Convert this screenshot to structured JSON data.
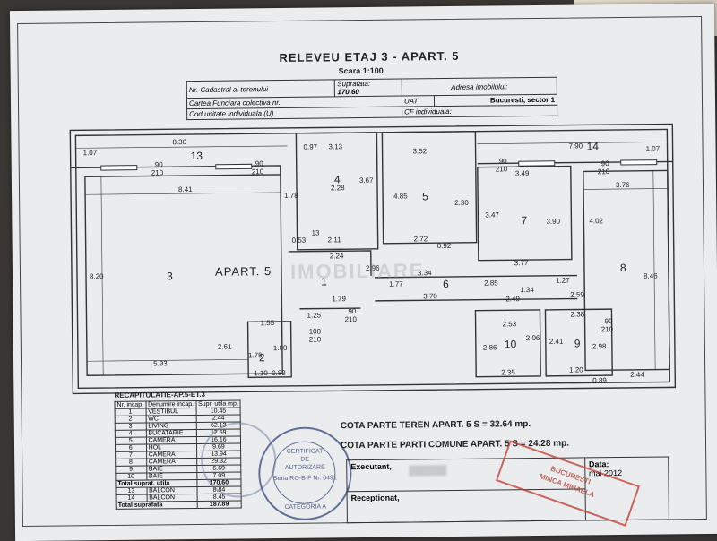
{
  "document": {
    "title": "RELEVEU ETAJ 3 - APART. 5",
    "scale": "Scara 1:100",
    "header_table": {
      "nr_cadastral_label": "Nr. Cadastral al terenului",
      "suprafata_label": "Suprafata:",
      "suprafata_value": "170.60",
      "adresa_label": "Adresa imobilului:",
      "cartea_label": "Cartea Funciara colectiva nr.",
      "uat_label": "UAT",
      "uat_value": "Bucuresti, sector 1",
      "cod_label": "Cod unitate individuala (U)",
      "cf_label": "CF individuala:"
    },
    "apartment_label": "APART. 5",
    "watermark": "IMOBILIARE"
  },
  "plan": {
    "rooms": [
      "1",
      "2",
      "3",
      "4",
      "5",
      "6",
      "7",
      "8",
      "9",
      "10",
      "13",
      "14"
    ],
    "dimensions": {
      "d830": "8.30",
      "d107a": "1.07",
      "d097": "0.97",
      "d313": "3.13",
      "d352": "3.52",
      "d790": "7.90",
      "d107b": "1.07",
      "d841": "8.41",
      "d376": "3.76",
      "d349": "3.49",
      "d820": "8.20",
      "d846": "8.46",
      "d593": "5.93",
      "d244": "2.44",
      "d228": "2.28",
      "d367": "3.67",
      "d485": "4.85",
      "d230": "2.30",
      "d347": "3.47",
      "d390": "3.90",
      "d402": "4.02",
      "d178": "1.78",
      "d211": "2.11",
      "d224": "2.24",
      "d272": "2.72",
      "d092": "0.92",
      "d377": "3.77",
      "d296": "2.96",
      "d177": "1.77",
      "d334": "3.34",
      "d285": "2.85",
      "d134": "1.34",
      "d127": "1.27",
      "d370": "3.70",
      "d249": "2.49",
      "d259": "2.59",
      "d238": "2.38",
      "d253": "2.53",
      "d286": "2.86",
      "d206": "2.06",
      "d241": "2.41",
      "d298": "2.98",
      "d235": "2.35",
      "d120": "1.20",
      "d089": "0.89",
      "d155": "1.55",
      "d125": "1.25",
      "d179": "1.79",
      "d261": "2.61",
      "d175": "1.75",
      "d100": "1.00",
      "d110": "1.10",
      "d083": "0.83",
      "d053": "0.53",
      "d13": "13"
    },
    "window_90": "90",
    "window_210": "210",
    "door_100": "100"
  },
  "recap": {
    "title": "RECAPITULATIE-AP.5-ET.3",
    "headers": [
      "Nr. incap.",
      "Denumire incap.",
      "Supr. utila mp."
    ],
    "rows": [
      [
        "1",
        "VESTIBUL",
        "10.45"
      ],
      [
        "2",
        "WC",
        "2.44"
      ],
      [
        "3",
        "LIVING",
        "62.13"
      ],
      [
        "4",
        "BUCATARIE",
        "12.69"
      ],
      [
        "5",
        "CAMERA",
        "16.16"
      ],
      [
        "6",
        "HOL",
        "9.69"
      ],
      [
        "7",
        "CAMERA",
        "13.94"
      ],
      [
        "8",
        "CAMERA",
        "29.32"
      ],
      [
        "9",
        "BAIE",
        "6.69"
      ],
      [
        "10",
        "BAIE",
        "7.09"
      ]
    ],
    "total_utila_label": "Total suprat. utila",
    "total_utila_value": "170.60",
    "balcony_rows": [
      [
        "13",
        "BALCON",
        "8.84"
      ],
      [
        "14",
        "BALCON",
        "8.45"
      ]
    ],
    "total_label": "Total suprafata",
    "total_value": "187.89"
  },
  "cota": {
    "teren": "COTA PARTE TEREN APART. 5  S = 32.64 mp.",
    "comune": "COTA PARTE PARTI COMUNE APART. 5 S = 24.28 mp."
  },
  "signatures": {
    "executant_label": "Executant,",
    "receptionat_label": "Receptionat,",
    "data_label": "Data:",
    "data_value": "mai 2012"
  },
  "stamps": {
    "cert_title": "CERTIFICAT",
    "cert_de": "DE",
    "cert_autorizare": "AUTORIZARE",
    "cert_serie": "Seria RO-B-F Nr. 0491",
    "cert_categoria": "CATEGORIA A",
    "red_line1": "BUCURESTI",
    "red_line2": "MINCA MIHAELA"
  }
}
